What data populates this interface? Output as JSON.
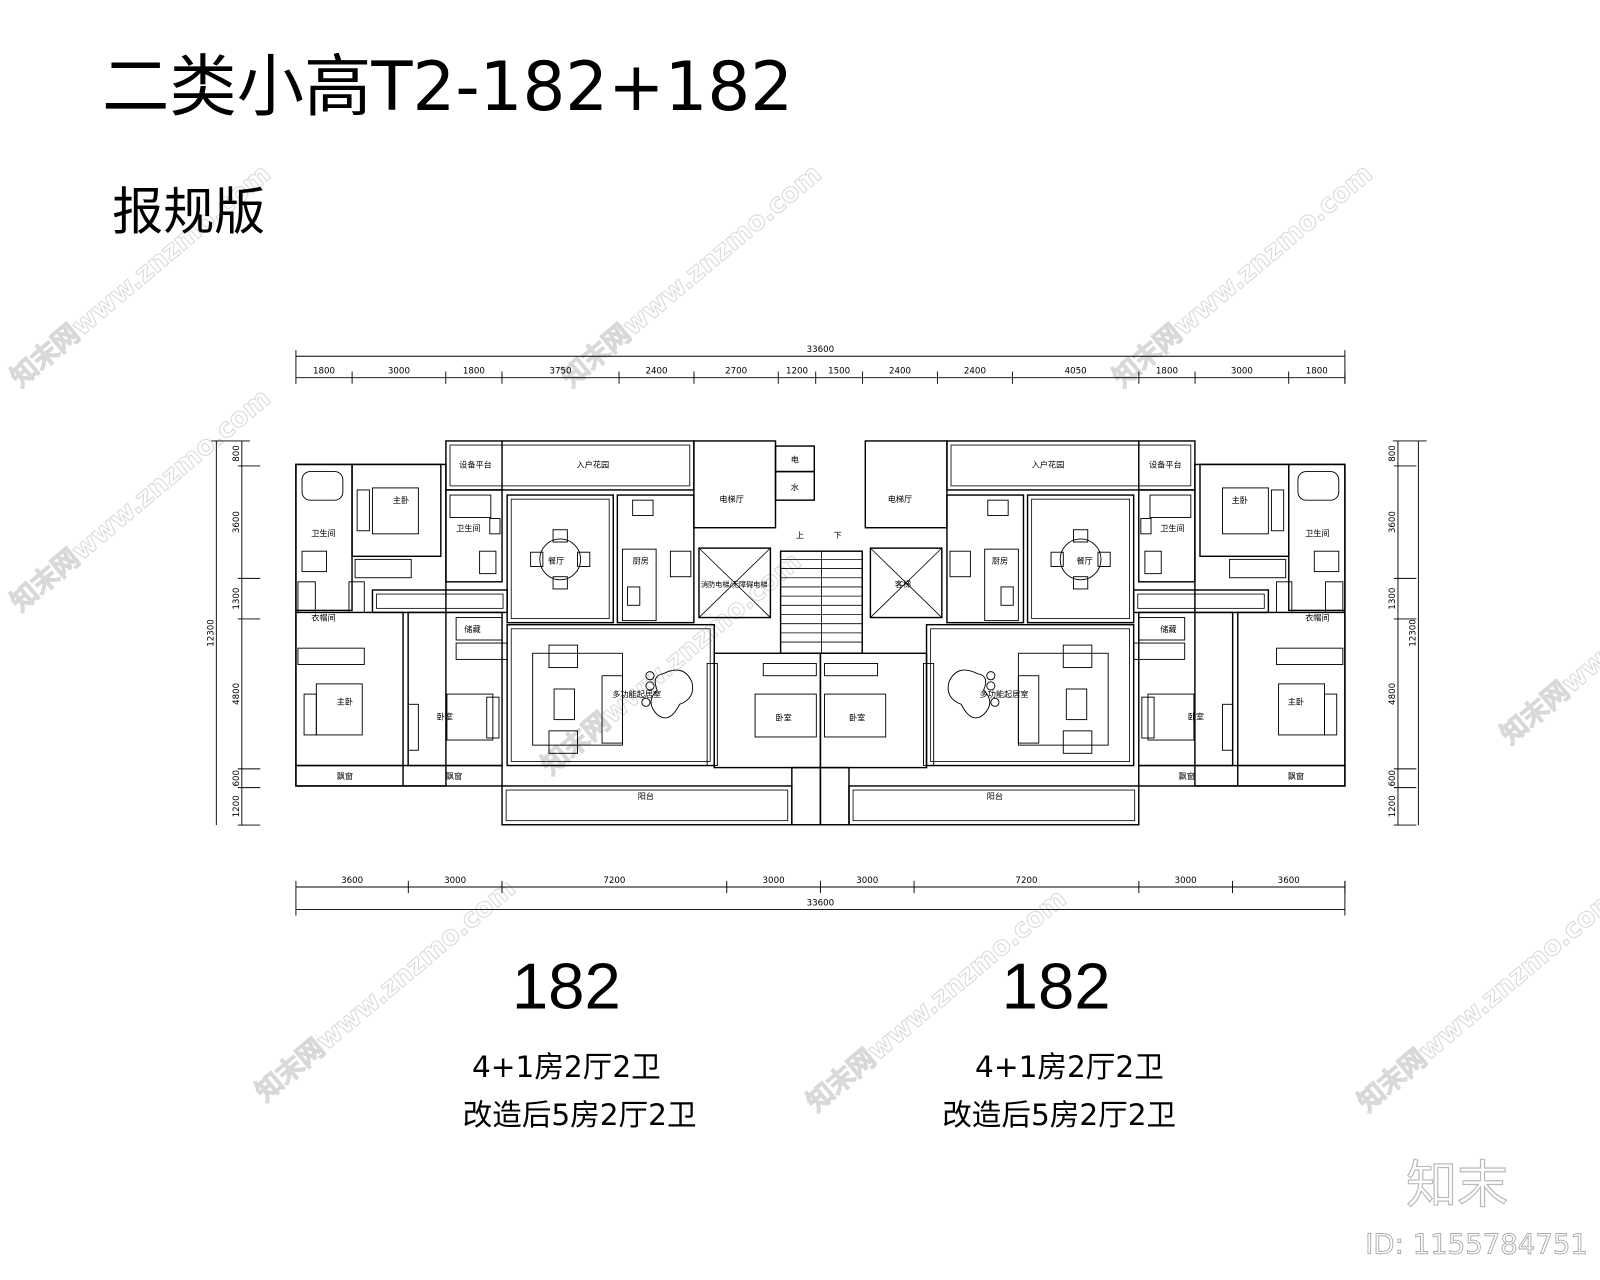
{
  "title": "二类小高T2-182+182",
  "subtitle": "报规版",
  "dimensions": {
    "top_total": "33600",
    "top_segments": [
      1800,
      3000,
      1800,
      3750,
      2400,
      2700,
      1200,
      1500,
      2400,
      2400,
      4050,
      1800,
      3000,
      1800
    ],
    "bottom_total": "33600",
    "bottom_segments": [
      3600,
      3000,
      7200,
      3000,
      3000,
      7200,
      3000,
      3600
    ],
    "side_total": "12300",
    "side_segments": [
      800,
      3600,
      1300,
      4800,
      600,
      1200
    ]
  },
  "plan": {
    "unit_rooms": [
      "设备平台",
      "入户花园",
      "卫生间",
      "主卧",
      "卫生间",
      "餐厅",
      "厨房",
      "衣帽间",
      "储藏",
      "主卧",
      "卧室",
      "飘窗",
      "飘窗",
      "多功能起居室",
      "阳台",
      "卧室"
    ],
    "core": {
      "lobby": "电梯厅",
      "electric": "电",
      "water": "水",
      "up": "上",
      "down": "下",
      "fire_elevator": "消防电梯/无障碍电梯",
      "passenger_elevator": "客梯"
    }
  },
  "units": [
    {
      "area": "182",
      "layout": "4+1房2厅2卫",
      "renovated": "改造后5房2厅2卫"
    },
    {
      "area": "182",
      "layout": "4+1房2厅2卫",
      "renovated": "改造后5房2厅2卫"
    }
  ],
  "watermark": {
    "pattern": "知末网www.znzmo.com",
    "logo": "知末",
    "id": "ID: 1155784751"
  }
}
